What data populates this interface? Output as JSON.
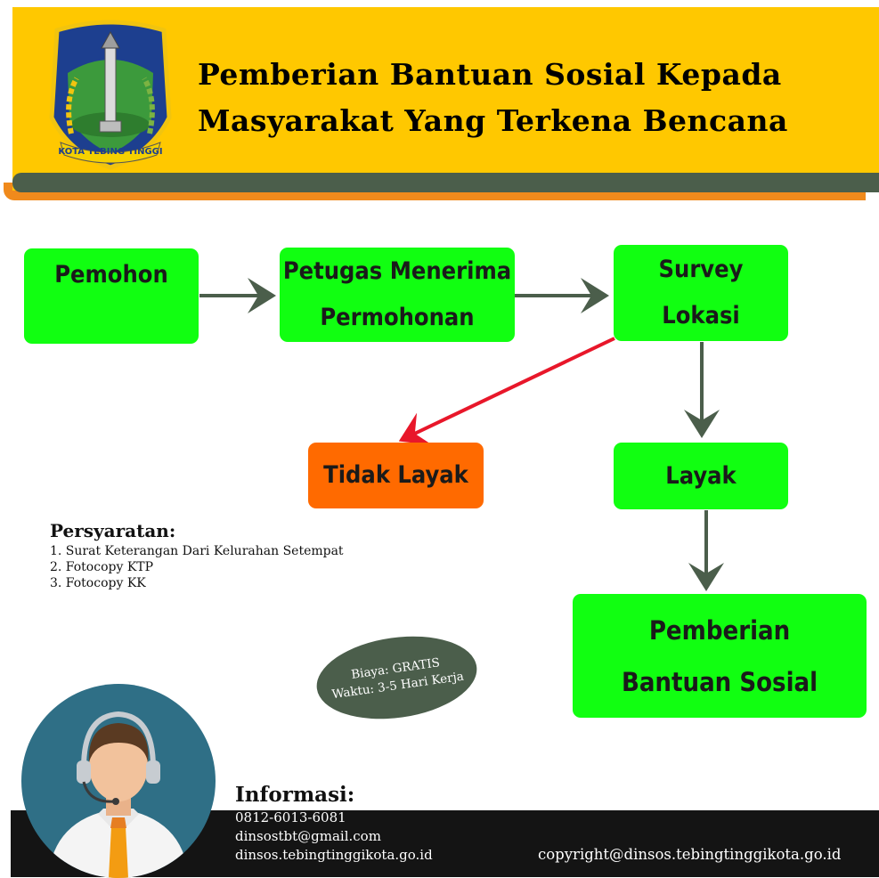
{
  "header": {
    "title_line1": "Pemberian Bantuan Sosial Kepada",
    "title_line2": "Masyarakat Yang Terkena Bencana",
    "logo_text": "KOTA TEBING TINGGI"
  },
  "flow": {
    "pemohon": "Pemohon",
    "petugas_l1": "Petugas Menerima",
    "petugas_l2": "Permohonan",
    "survey_l1": "Survey",
    "survey_l2": "Lokasi",
    "tidak_layak": "Tidak Layak",
    "layak": "Layak",
    "pemberian_l1": "Pemberian",
    "pemberian_l2": "Bantuan Sosial"
  },
  "requirements": {
    "heading": "Persyaratan:",
    "items": [
      "1. Surat Keterangan Dari Kelurahan Setempat",
      "2. Fotocopy KTP",
      "3. Fotocopy KK"
    ]
  },
  "cost": {
    "biaya": "Biaya: GRATIS",
    "waktu": "Waktu: 3-5 Hari Kerja"
  },
  "info": {
    "title": "Informasi:",
    "phone": "0812-6013-6081",
    "email": "dinsostbt@gmail.com",
    "site": "dinsos.tebingtinggikota.go.id"
  },
  "footer": {
    "copyright": "copyright@dinsos.tebingtinggikota.go.id"
  },
  "colors": {
    "header": "#ffc800",
    "node_green": "#11ff11",
    "node_orange": "#ff6a00",
    "arrow_dark": "#4b5e4b",
    "arrow_red": "#e8172a"
  }
}
